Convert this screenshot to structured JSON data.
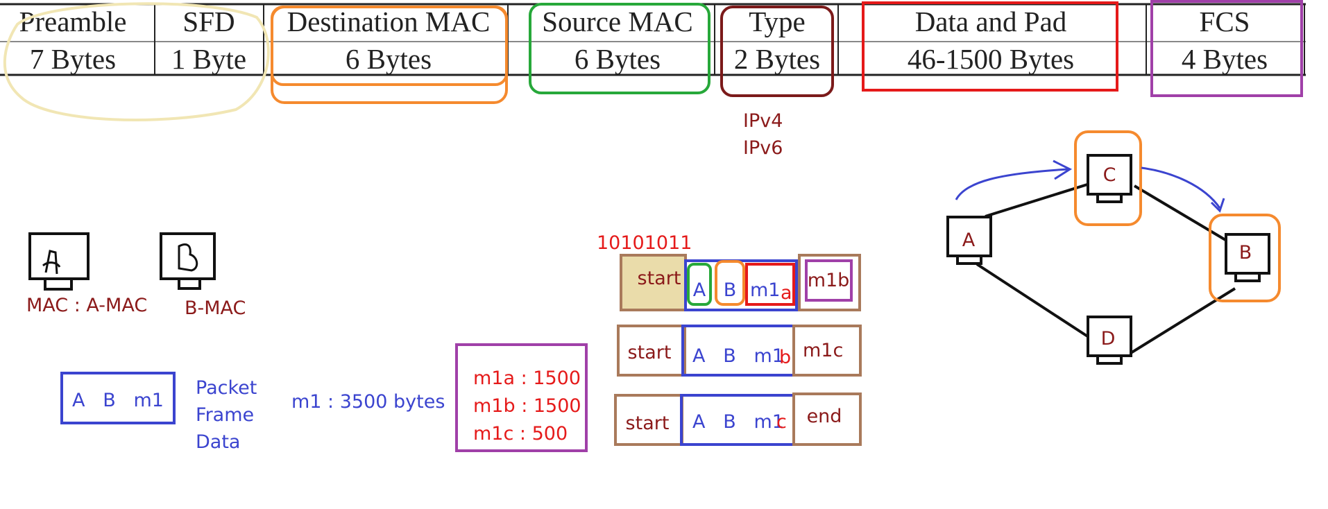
{
  "frame_table": {
    "fields": [
      {
        "name": "Preamble",
        "size": "7 Bytes"
      },
      {
        "name": "SFD",
        "size": "1 Byte"
      },
      {
        "name": "Destination MAC",
        "size": "6 Bytes"
      },
      {
        "name": "Source MAC",
        "size": "6 Bytes"
      },
      {
        "name": "Type",
        "size": "2 Bytes"
      },
      {
        "name": "Data and Pad",
        "size": "46-1500 Bytes"
      },
      {
        "name": "FCS",
        "size": "4 Bytes"
      }
    ],
    "type_values": [
      "IPv4",
      "IPv6"
    ]
  },
  "hosts": {
    "a_letter": "A",
    "b_letter": "B",
    "a_mac": "MAC : A-MAC",
    "b_mac": "B-MAC"
  },
  "packet_box": {
    "contents": "A   B   m1",
    "legend": [
      "Packet",
      "Frame",
      "Data"
    ],
    "size_note": "m1 : 3500 bytes"
  },
  "fragments": {
    "lines": [
      "m1a : 1500",
      "m1b : 1500",
      "m1c : 500"
    ]
  },
  "frames": {
    "preamble_bits": "10101011",
    "start": "start",
    "end": "end",
    "row1": {
      "dst": "A",
      "src": "B",
      "data": "m1",
      "suffix": "a",
      "tail": "m1b"
    },
    "row2": {
      "payload": "A   B   m1",
      "suffix": "b",
      "tail": "m1c"
    },
    "row3": {
      "payload": "A   B   m1",
      "suffix": "c"
    }
  },
  "network": {
    "nodes": [
      "A",
      "C",
      "B",
      "D"
    ]
  },
  "colors": {
    "orange": "#f58a2e",
    "green": "#27a83a",
    "maroon": "#7b1a1a",
    "red": "#e51a1a",
    "purple": "#a040a8",
    "blue": "#3b44cf",
    "brown": "#a97a5b",
    "tan": "#eadcaa",
    "dark_red_text": "#8b1a1a"
  }
}
